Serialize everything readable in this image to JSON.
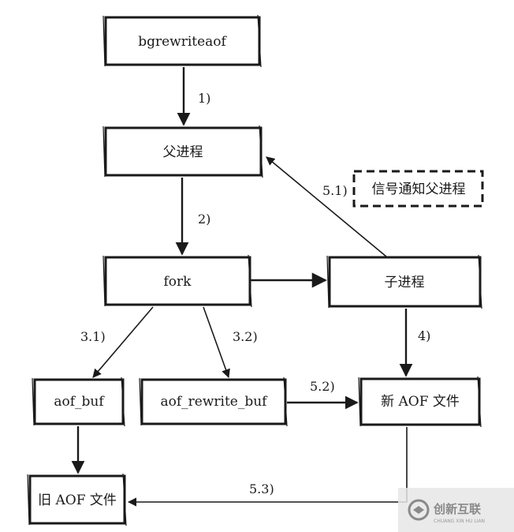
{
  "nodes": {
    "bgrewriteaof": "bgrewriteaof",
    "parent_process": "父进程",
    "fork": "fork",
    "child_process": "子进程",
    "signal_notify": "信号通知父进程",
    "aof_buf": "aof_buf",
    "aof_rewrite_buf": "aof_rewrite_buf",
    "new_aof_file": "新 AOF 文件",
    "old_aof_file": "旧 AOF 文件"
  },
  "steps": {
    "s1": "1)",
    "s2": "2)",
    "s3_1": "3.1)",
    "s3_2": "3.2)",
    "s4": "4)",
    "s5_1": "5.1)",
    "s5_2": "5.2)",
    "s5_3": "5.3)"
  },
  "watermark": {
    "text": "创新互联",
    "subtext": "CHUANG XIN HU LIAN"
  },
  "colors": {
    "ink": "#1a1a1a",
    "background": "#ffffff",
    "watermark": "#8a8a8a"
  }
}
